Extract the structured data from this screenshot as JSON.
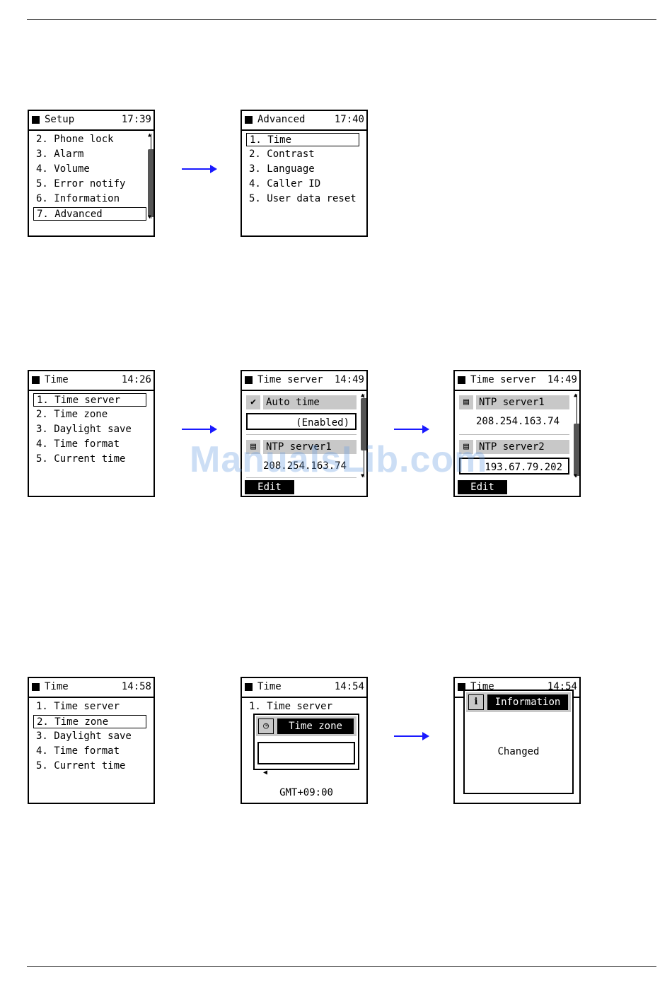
{
  "screens": {
    "setup": {
      "title": "Setup",
      "time": "17:39",
      "items": [
        "2. Phone lock",
        "3. Alarm",
        "4. Volume",
        "5. Error notify",
        "6. Information",
        "7. Advanced"
      ]
    },
    "advanced": {
      "title": "Advanced",
      "time": "17:40",
      "items": [
        "1. Time",
        "2. Contrast",
        "3. Language",
        "4. Caller ID",
        "5. User data reset"
      ]
    },
    "time1": {
      "title": "Time",
      "time": "14:26",
      "items": [
        "1. Time server",
        "2. Time zone",
        "3. Daylight save",
        "4. Time format",
        "5. Current time"
      ]
    },
    "timeserver1": {
      "title": "Time server",
      "time": "14:49",
      "auto_label": "Auto time",
      "auto_value": "(Enabled)",
      "ntp1_label": "NTP server1",
      "ntp1_value": "208.254.163.74",
      "softkey": "Edit"
    },
    "timeserver2": {
      "title": "Time server",
      "time": "14:49",
      "ntp1_label": "NTP server1",
      "ntp1_value": "208.254.163.74",
      "ntp2_label": "NTP server2",
      "ntp2_value": "193.67.79.202",
      "softkey": "Edit"
    },
    "time2": {
      "title": "Time",
      "time": "14:58",
      "items": [
        "1. Time server",
        "2. Time zone",
        "3. Daylight save",
        "4. Time format",
        "5. Current time"
      ]
    },
    "timezone": {
      "title": "Time",
      "time": "14:54",
      "bg_item": "1. Time server",
      "popup_title": "Time zone",
      "popup_value": "GMT+09:00"
    },
    "info": {
      "title": "Time",
      "time": "14:54",
      "popup_title": "Information",
      "message": "Changed"
    }
  },
  "watermark": "ManualsLib.com",
  "icons": {
    "check": "check-icon",
    "server": "server-icon",
    "clock": "clock-icon",
    "info": "info-icon",
    "left": "left-arrow-icon",
    "right": "right-arrow-icon"
  }
}
